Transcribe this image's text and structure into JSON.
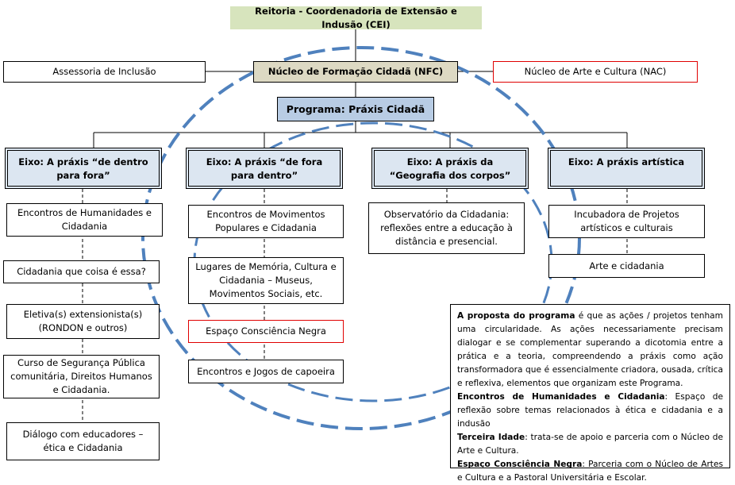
{
  "title": "Reitoria - Coordenadoria de Extensão e Indusão (CEI)",
  "row2": {
    "left": "Assessoria de Inclusão",
    "center": "Núcleo de Formação Cidadã (NFC)",
    "right": "Núcleo de Arte e Cultura (NAC)"
  },
  "program": "Programa: Práxis Cidadã",
  "axes": [
    {
      "title": "Eixo: A práxis “de dentro para fora”",
      "items": [
        "Encontros de Humanidades e Cidadania",
        "Cidadania que coisa é essa?",
        "Eletiva(s) extensionista(s) (RONDON e outros)",
        "Curso de Segurança Pública comunitária, Direitos Humanos e Cidadania.",
        "Diálogo com educadores – ética e Cidadania"
      ]
    },
    {
      "title": "Eixo: A práxis “de fora para dentro”",
      "items": [
        "Encontros de Movimentos Populares e Cidadania",
        "Lugares de Memória, Cultura e Cidadania – Museus, Movimentos Sociais, etc.",
        "Espaço Consciência Negra",
        "Encontros e Jogos de capoeira"
      ]
    },
    {
      "title": "Eixo: A práxis da “Geografia dos corpos”",
      "items": [
        "Observatório da Cidadania: reflexões entre a educação à distância e presencial."
      ]
    },
    {
      "title": "Eixo: A práxis artística",
      "items": [
        "Incubadora de Projetos artísticos e culturais",
        "Arte e cidadania"
      ]
    }
  ],
  "note": {
    "p1_bold": "A proposta do programa",
    "p1": " é que as ações / projetos tenham uma circularidade. As ações necessariamente precisam dialogar e se complementar superando a dicotomia entre a prática e a teoria, compreendendo a práxis como ação transformadora que é essencialmente criadora, ousada, crítica e reflexiva, elementos que organizam este Programa.",
    "p2_bold": "Encontros de Humanidades e Cidadania",
    "p2": ": Espaço de reflexão sobre temas relacionados à ética e cidadania e a indusão",
    "p3_bold": "Terceira Idade",
    "p3": ": trata-se de apoio e parceria com o Núcleo de Arte e Cultura.",
    "p4_bold": "Espaço Consciência Negra",
    "p4": ": Parceria com o Núcleo de Artes e Cultura e a Pastoral Universitária e Escolar."
  },
  "colors": {
    "title_bg": "#d7e4bd",
    "nfc_bg": "#ddd9c3",
    "program_bg": "#b8cce4",
    "eixo_bg": "#dce6f1",
    "circle": "#4f81bd",
    "red": "#e00000"
  }
}
